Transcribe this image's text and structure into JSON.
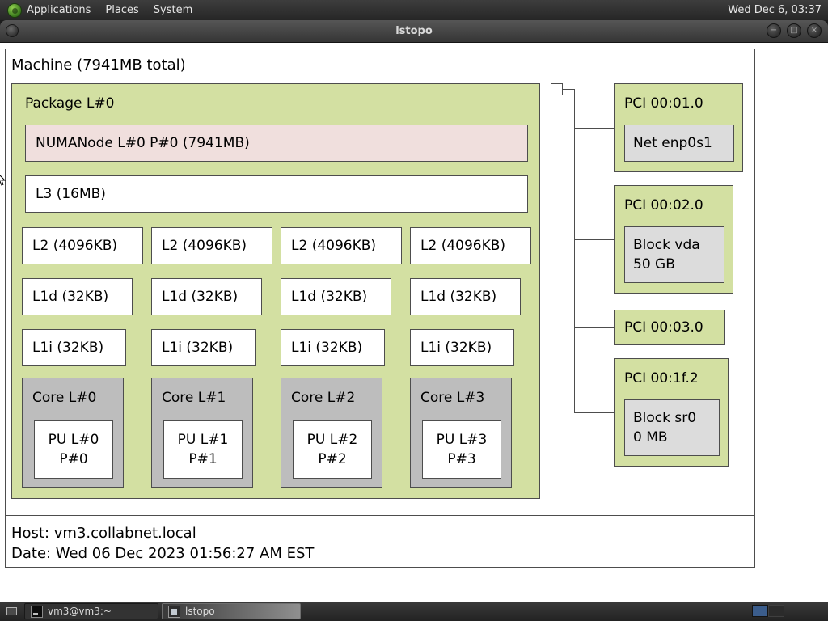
{
  "panel": {
    "menus": [
      "Applications",
      "Places",
      "System"
    ],
    "clock": "Wed Dec 6, 03:37"
  },
  "window": {
    "title": "lstopo"
  },
  "icons": {
    "minimize_glyph": "−",
    "maximize_glyph": "□",
    "close_glyph": "×"
  },
  "machine": {
    "label": "Machine (7941MB total)"
  },
  "package": {
    "label": "Package L#0",
    "numanode": "NUMANode L#0 P#0 (7941MB)",
    "l3": "L3 (16MB)",
    "l2": [
      "L2 (4096KB)",
      "L2 (4096KB)",
      "L2 (4096KB)",
      "L2 (4096KB)"
    ],
    "l1d": [
      "L1d (32KB)",
      "L1d (32KB)",
      "L1d (32KB)",
      "L1d (32KB)"
    ],
    "l1i": [
      "L1i (32KB)",
      "L1i (32KB)",
      "L1i (32KB)",
      "L1i (32KB)"
    ],
    "cores": [
      {
        "label": "Core L#0",
        "pu_line1": "PU L#0",
        "pu_line2": "P#0"
      },
      {
        "label": "Core L#1",
        "pu_line1": "PU L#1",
        "pu_line2": "P#1"
      },
      {
        "label": "Core L#2",
        "pu_line1": "PU L#2",
        "pu_line2": "P#2"
      },
      {
        "label": "Core L#3",
        "pu_line1": "PU L#3",
        "pu_line2": "P#3"
      }
    ]
  },
  "pci": [
    {
      "label": "PCI 00:01.0",
      "device_line1": "Net enp0s1"
    },
    {
      "label": "PCI 00:02.0",
      "device_line1": "Block vda",
      "device_line2": "50 GB"
    },
    {
      "label": "PCI 00:03.0"
    },
    {
      "label": "PCI 00:1f.2",
      "device_line1": "Block sr0",
      "device_line2": "0 MB"
    }
  ],
  "legend": {
    "host": "Host: vm3.collabnet.local",
    "date": "Date: Wed 06 Dec 2023 01:56:27 AM EST"
  },
  "taskbar": {
    "tasks": [
      {
        "label": "vm3@vm3:~"
      },
      {
        "label": "lstopo"
      }
    ]
  },
  "colors": {
    "package_green": "#d3e0a2",
    "numa_pink": "#f0dfdd",
    "core_gray": "#bdbdbd",
    "device_gray": "#dcdcdc",
    "workspace_blue": "#3b5d8c",
    "panel_dark": "#2e2e2e"
  }
}
